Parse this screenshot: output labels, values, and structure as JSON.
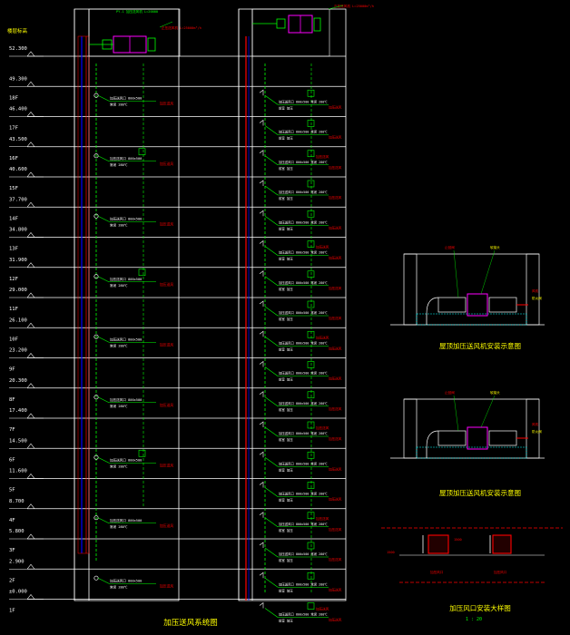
{
  "colors": {
    "background": "#000000",
    "structure": "#ffffff",
    "equipment": "#00ff00",
    "annotation": "#ffff00",
    "duct": "#00ffff",
    "riser": "#0000ff",
    "pipe": "#ff0000",
    "fan": "#ff00ff",
    "concrete": "#00ffff"
  },
  "drawing": {
    "level_header": "楼层标高",
    "levels": [
      {
        "floor": "",
        "elev": "52.300"
      },
      {
        "floor": "18F",
        "elev": "49.300"
      },
      {
        "floor": "17F",
        "elev": "46.400"
      },
      {
        "floor": "16F",
        "elev": "43.500"
      },
      {
        "floor": "15F",
        "elev": "40.600"
      },
      {
        "floor": "14F",
        "elev": "37.700"
      },
      {
        "floor": "13F",
        "elev": "34.800"
      },
      {
        "floor": "12F",
        "elev": "31.900"
      },
      {
        "floor": "11F",
        "elev": "29.000"
      },
      {
        "floor": "10F",
        "elev": "26.100"
      },
      {
        "floor": "9F",
        "elev": "23.200"
      },
      {
        "floor": "8F",
        "elev": "20.300"
      },
      {
        "floor": "7F",
        "elev": "17.400"
      },
      {
        "floor": "6F",
        "elev": "14.500"
      },
      {
        "floor": "5F",
        "elev": "11.600"
      },
      {
        "floor": "4F",
        "elev": "8.700"
      },
      {
        "floor": "3F",
        "elev": "5.800"
      },
      {
        "floor": "2F",
        "elev": "2.900"
      },
      {
        "floor": "1F",
        "elev": "±0.000"
      }
    ],
    "left_note": "加压送风口 800x500",
    "left_note_sub": "常闭 280℃",
    "right_note": "加压送风口 800x500 常闭 280℃",
    "right_note_sub": "前室 加压",
    "red_tag": "加压送风",
    "roof_note_left": "PY-1 加压送风机 L=20000",
    "roof_note_right": "正压送风机 L=25000m³/h",
    "titles": {
      "riser": "加压送风系统图",
      "detail1": "屋顶加压送风机安装示意图",
      "detail2": "屋顶加压送风机安装示意图",
      "detail3": "加压风口安装大样图",
      "detail3_scale": "1 : 20"
    },
    "detail_tags": [
      "止回阀",
      "软接头",
      "风机",
      "防火阀"
    ],
    "detail3_labels": [
      "1500",
      "1500",
      "加压风口",
      "加压风口"
    ]
  }
}
